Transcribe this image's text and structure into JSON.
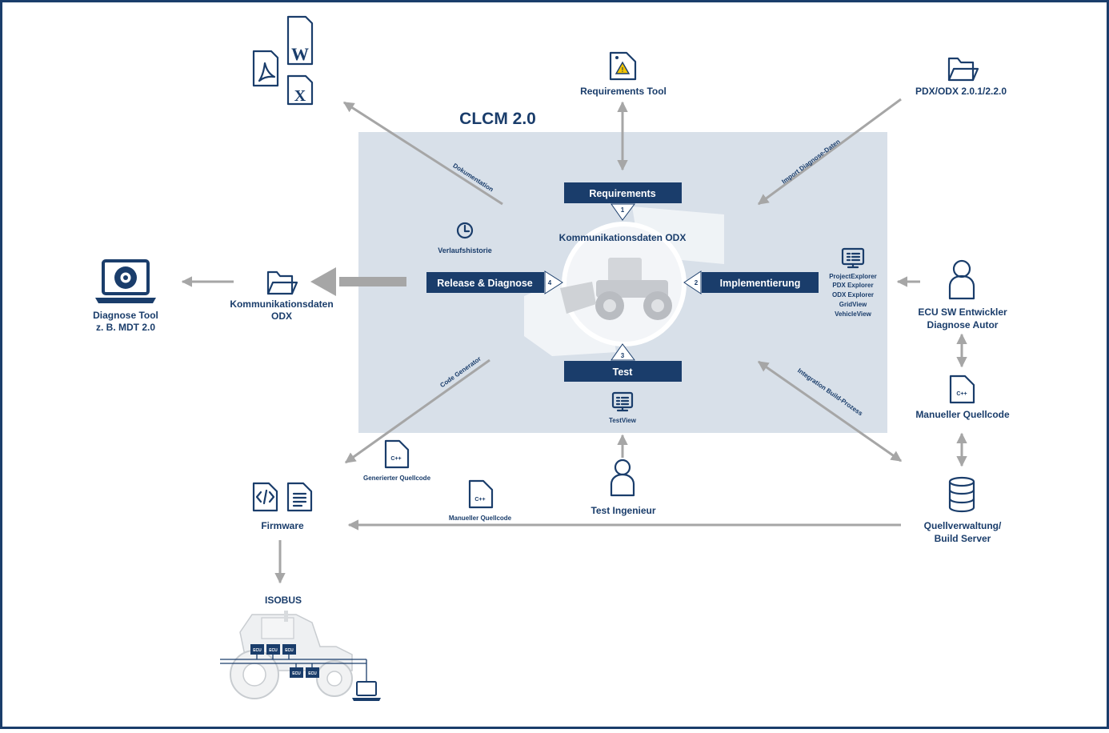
{
  "title": "CLCM 2.0",
  "colors": {
    "navy": "#1a3d6b",
    "panel": "#d8e0e9",
    "arrow": "#a6a6a6"
  },
  "process": {
    "requirements": "Requirements",
    "implementierung": "Implementierung",
    "test": "Test",
    "release": "Release & Diagnose",
    "step_numbers": [
      "1",
      "2",
      "3",
      "4"
    ],
    "center_label": "Kommunikationsdaten ODX",
    "history_label": "Verlaufshistorie"
  },
  "explorer_list": [
    "ProjectExplorer",
    "PDX Explorer",
    "ODX Explorer",
    "GridView",
    "VehicleView"
  ],
  "nodes": {
    "requirements_tool": "Requirements Tool",
    "pdx_odx": "PDX/ODX 2.0.1/2.2.0",
    "diagnose_tool": [
      "Diagnose Tool",
      "z. B. MDT 2.0"
    ],
    "kommunikationsdaten": [
      "Kommunikationsdaten",
      "ODX"
    ],
    "ecu_entwickler": [
      "ECU SW Entwickler",
      "Diagnose Autor"
    ],
    "manueller_quellcode_right": "Manueller Quellcode",
    "quellverwaltung": [
      "Quellverwaltung/",
      "Build Server"
    ],
    "test_ingenieur": "Test Ingenieur",
    "testview": "TestView",
    "generierter_quellcode": "Generierter Quellcode",
    "manueller_quellcode_bottom": "Manueller Quellcode",
    "firmware": "Firmware",
    "isobus": "ISOBUS",
    "cpp": "C++",
    "ecu": "ECU"
  },
  "arrow_labels": {
    "dokumentation": "Dokumentation",
    "import": "Import Diagnose-Daten",
    "code_generator": "Code Generator",
    "integration": "Integration Build-Prozess"
  },
  "icons": [
    "word-icon",
    "pdf-icon",
    "excel-icon",
    "document-warning-icon",
    "folder-icon",
    "laptop-eye-icon",
    "clock-icon",
    "monitor-list-icon",
    "user-icon",
    "cpp-file-icon",
    "database-icon",
    "code-file-icon",
    "text-file-icon",
    "laptop-icon",
    "tractor-image",
    "wheel-loader-image"
  ]
}
